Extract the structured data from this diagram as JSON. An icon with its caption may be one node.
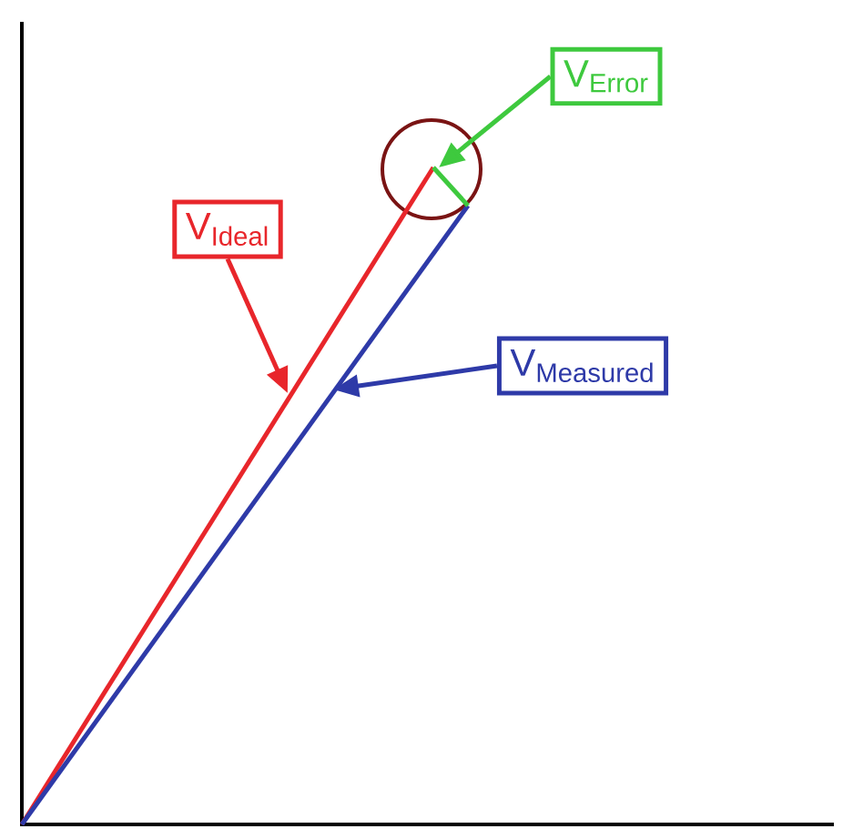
{
  "diagram": {
    "nodes": [
      {
        "text": [
          "V$_{Ideal}$"
        ]
      },
      {
        "text": [
          "V$_{Measured}$"
        ]
      },
      {
        "text": [
          "V$_{Error}$"
        ]
      },
      {
        "text": [],
        "shape": "line"
      }
    ],
    "edges": [
      {
        "from": 0,
        "to": null,
        "arrow": "to",
        "color": "#e8262b"
      },
      {
        "from": 1,
        "to": null,
        "arrow": "to",
        "color": "#2e3aa8"
      },
      {
        "from": 2,
        "to": 3,
        "arrow": "to",
        "color": "#3ec93e"
      }
    ]
  }
}
